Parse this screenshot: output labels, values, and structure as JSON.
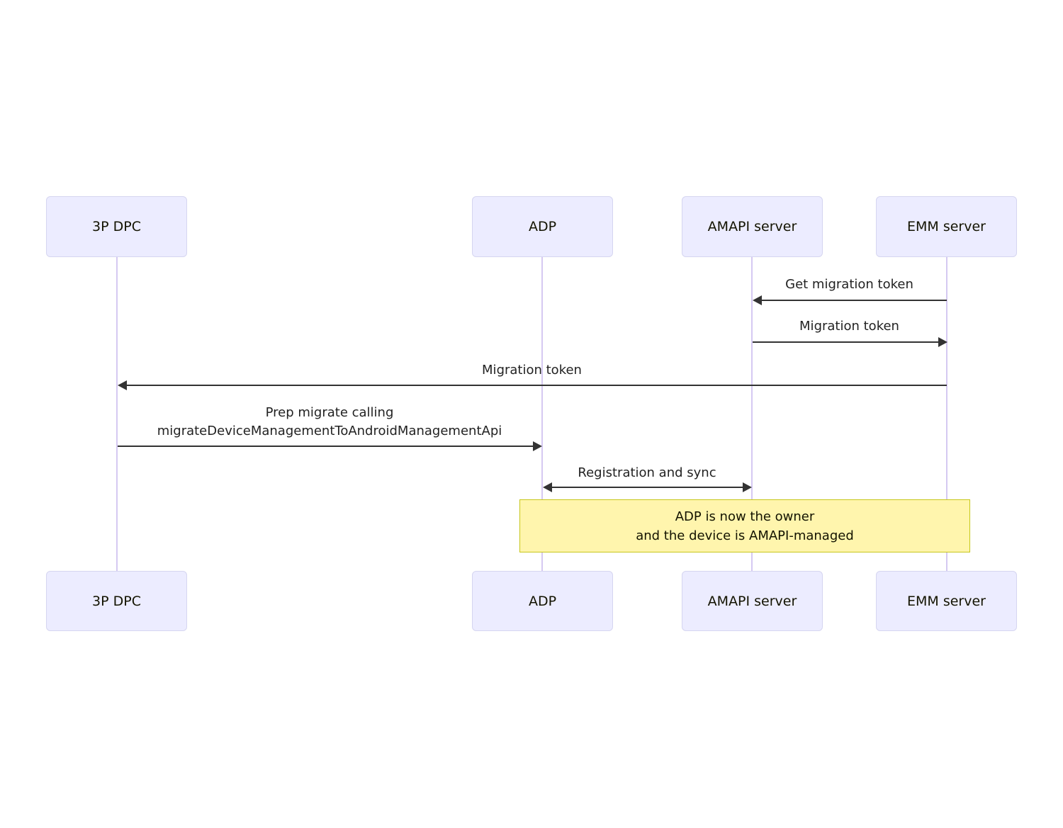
{
  "diagram": {
    "type": "sequence-diagram",
    "title": "",
    "background_color": "#ffffff",
    "actor_fill_color": "#ececff",
    "actor_border_color": "#d5d5f0",
    "lifeline_color": "#d5c9f2",
    "arrow_color": "#333333",
    "note_fill_color": "#fff5ad",
    "note_border_color": "#c7c71a"
  },
  "actors": [
    {
      "id": "dpc",
      "label": "3P DPC"
    },
    {
      "id": "adp",
      "label": "ADP"
    },
    {
      "id": "amapi",
      "label": "AMAPI server"
    },
    {
      "id": "emm",
      "label": "EMM server"
    }
  ],
  "actors_bottom": [
    {
      "id": "dpc",
      "label": "3P DPC"
    },
    {
      "id": "adp",
      "label": "ADP"
    },
    {
      "id": "amapi",
      "label": "AMAPI server"
    },
    {
      "id": "emm",
      "label": "EMM server"
    }
  ],
  "messages": [
    {
      "id": "m1",
      "label": "Get migration token",
      "from": "emm",
      "to": "amapi",
      "direction": "left"
    },
    {
      "id": "m2",
      "label": "Migration token",
      "from": "amapi",
      "to": "emm",
      "direction": "right"
    },
    {
      "id": "m3",
      "label": "Migration token",
      "from": "emm",
      "to": "dpc",
      "direction": "left"
    },
    {
      "id": "m4",
      "label": "Prep migrate calling\nmigrateDeviceManagementToAndroidManagementApi",
      "from": "dpc",
      "to": "adp",
      "direction": "right"
    },
    {
      "id": "m5",
      "label": "Registration and sync",
      "from": "adp",
      "to": "amapi",
      "direction": "both"
    }
  ],
  "notes": [
    {
      "id": "n1",
      "text": "ADP is now the owner\nand the device is AMAPI-managed"
    }
  ]
}
